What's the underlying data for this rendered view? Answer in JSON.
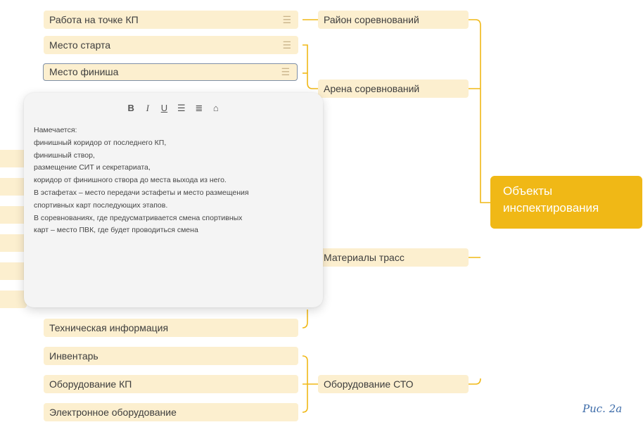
{
  "mindmap": {
    "root": {
      "line1": "Объекты",
      "line2": "инспектирования"
    },
    "groups": {
      "race_area": "Район соревнований",
      "race_arena": "Арена соревнований",
      "course_materials": "Материалы трасс",
      "equipment": "Оборудование СТО"
    },
    "leaves": {
      "checkpoint_work": "Работа на точке КП",
      "start_place": "Место старта",
      "finish_place": "Место финиша",
      "tech_info": "Техническая информация",
      "inventory": "Инвентарь",
      "checkpoint_equipment": "Оборудование КП",
      "electronic_equipment": "Электронное оборудование"
    }
  },
  "note_editor": {
    "toolbar": {
      "bold": "B",
      "italic": "I",
      "underline": "U",
      "bullet_list": "☰",
      "numbered_list": "≣",
      "link": "⌂"
    },
    "lines": [
      "Намечается:",
      "финишный коридор от последнего КП,",
      "финишный створ,",
      "размещение СИТ и секретариата,",
      "коридор от финишного створа до места выхода из него.",
      "В эстафетах – место передачи эстафеты и место размещения",
      "спортивных карт последующих этапов.",
      "В соревнованиях, где предусматривается смена спортивных",
      "карт – место ПВК, где будет проводиться смена"
    ]
  },
  "caption": "Рис. 2а",
  "colors": {
    "root": "#f0b816",
    "node": "#fcefcf",
    "connector": "#f0b816",
    "caption": "#3b6aa8"
  }
}
